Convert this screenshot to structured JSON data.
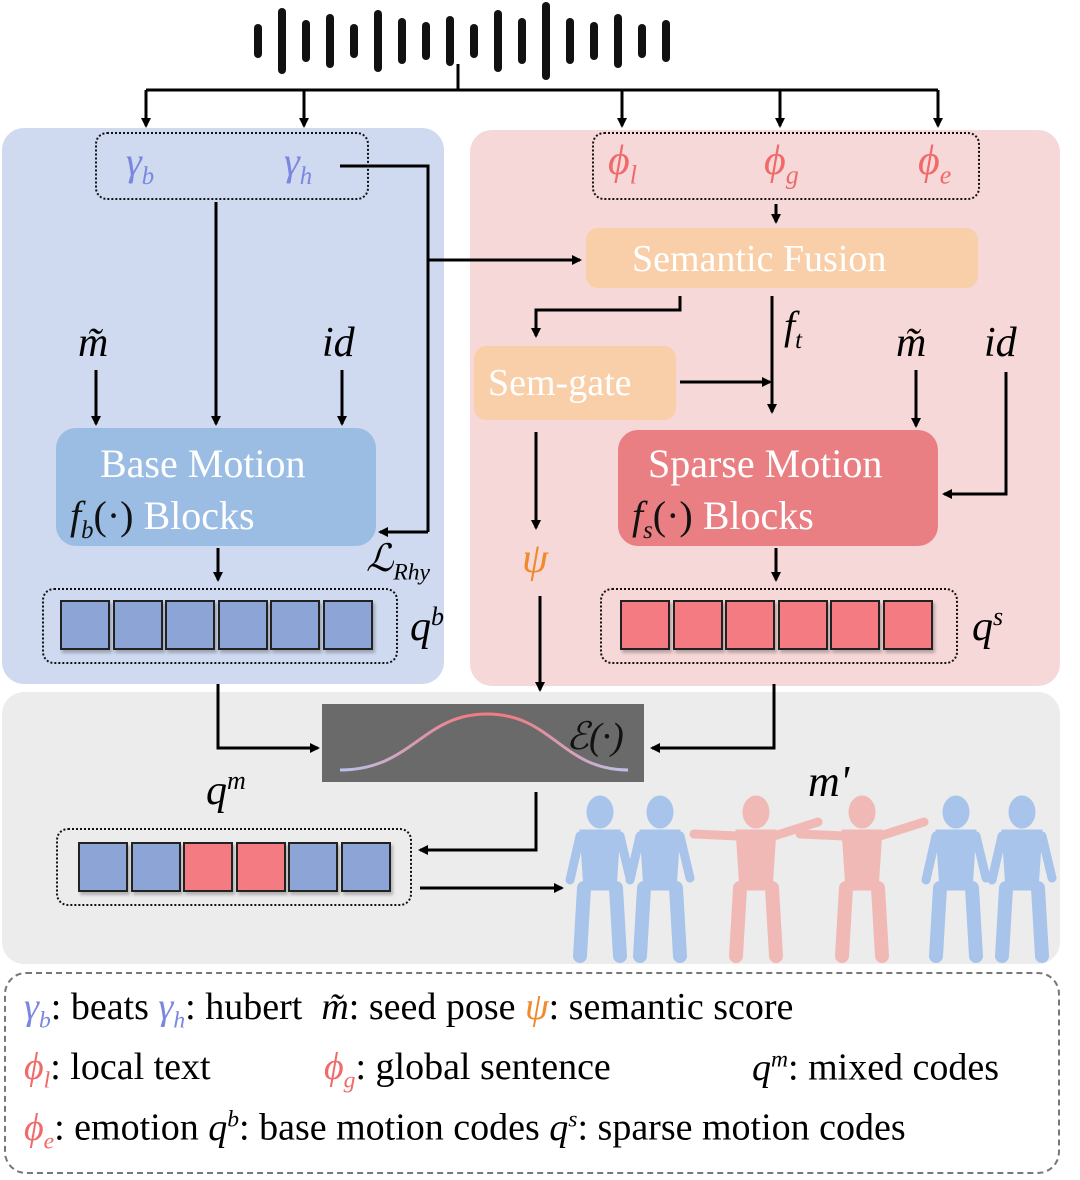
{
  "inputs": {
    "gamma_b": "γ",
    "gamma_b_sub": "b",
    "gamma_h": "γ",
    "gamma_h_sub": "h",
    "phi_l": "ϕ",
    "phi_l_sub": "l",
    "phi_g": "ϕ",
    "phi_g_sub": "g",
    "phi_e": "ϕ",
    "phi_e_sub": "e"
  },
  "left_branch": {
    "m_tilde": "m̃",
    "id": "id",
    "block_line1": "Base Motion",
    "block_func": "f",
    "block_func_sub": "b",
    "block_arg": "(·)",
    "block_line2": "Blocks",
    "loss": "ℒ",
    "loss_sub": "Rhy",
    "codes": "q",
    "codes_sup": "b"
  },
  "right_branch": {
    "fusion": "Semantic Fusion",
    "ft": "f",
    "ft_sub": "t",
    "semgate": "Sem-gate",
    "m_tilde": "m̃",
    "id": "id",
    "block_line1": "Sparse Motion",
    "block_func": "f",
    "block_func_sub": "s",
    "block_arg": "(·)",
    "block_line2": "Blocks",
    "psi": "ψ",
    "codes": "q",
    "codes_sup": "s"
  },
  "bottom": {
    "mixer": "ℰ(·)",
    "mixed_codes": "q",
    "mixed_codes_sup": "m",
    "output": "m'"
  },
  "codes_pattern": {
    "base": [
      "b",
      "b",
      "b",
      "b",
      "b",
      "b"
    ],
    "sparse": [
      "r",
      "r",
      "r",
      "r",
      "r",
      "r"
    ],
    "mixed": [
      "b",
      "b",
      "r",
      "r",
      "b",
      "b"
    ]
  },
  "legend": {
    "row1": {
      "g_b": "γ",
      "g_b_sub": "b",
      "g_b_text": ": beats",
      "g_h": "γ",
      "g_h_sub": "h",
      "g_h_text": ": hubert",
      "m": "m̃",
      "m_text": ": seed pose",
      "psi": "ψ",
      "psi_text": ": semantic score"
    },
    "row2": {
      "p_l": "ϕ",
      "p_l_sub": "l",
      "p_l_text": ": local text",
      "p_g": "ϕ",
      "p_g_sub": "g",
      "p_g_text": ": global sentence",
      "q_m": "q",
      "q_m_sup": "m",
      "q_m_text": ": mixed codes"
    },
    "row3": {
      "p_e": "ϕ",
      "p_e_sub": "e",
      "p_e_text": ": emotion",
      "q_b": "q",
      "q_b_sup": "b",
      "q_b_text": ": base motion codes",
      "q_s": "q",
      "q_s_sup": "s",
      "q_s_text": ": sparse motion codes"
    }
  },
  "colors": {
    "left_panel": "#cfdaf0",
    "right_panel": "#f7d8d8",
    "bottom_panel": "#ececec",
    "base_block": "#9bbde4",
    "sparse_block": "#e97f83",
    "fusion": "#f8cfa8",
    "base_cell": "#8da4d6",
    "sparse_cell": "#f57b82",
    "body_blue": "#a8c4ea",
    "body_pink": "#f1b9b6"
  }
}
